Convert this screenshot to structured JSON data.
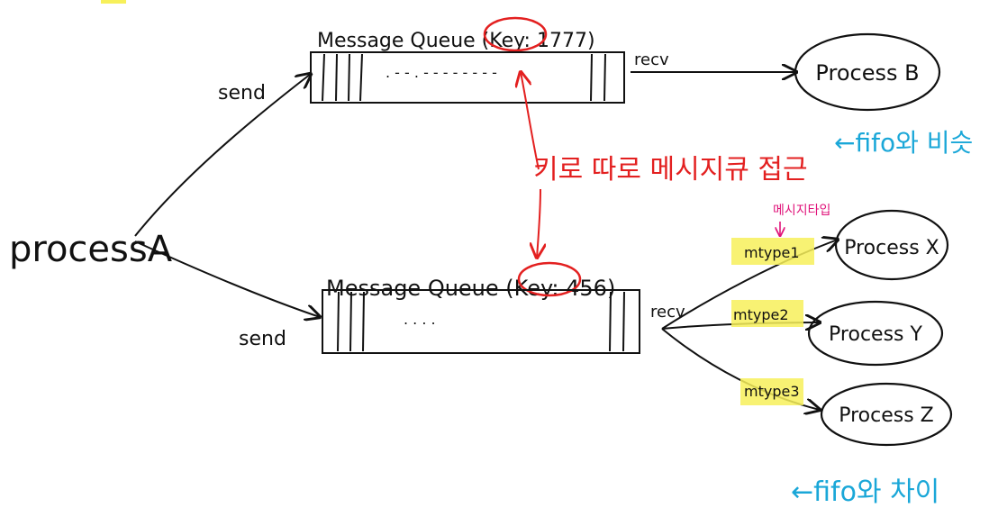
{
  "diagram": {
    "sender": "processA",
    "send_label": "send",
    "recv_label": "recv",
    "queue_top": {
      "title": "Message Queue (Key: 1777)",
      "dots": ". - - . - - - - - - - -"
    },
    "queue_bottom": {
      "title": "Message Queue (Key: 456)",
      "dots": ". . . ."
    },
    "process_b": "Process B",
    "process_x": "Process X",
    "process_y": "Process Y",
    "process_z": "Process Z",
    "mtype1": "mtype1",
    "mtype2": "mtype2",
    "mtype3": "mtype3",
    "key_note": "키로 따로 메시지큐 접근",
    "msg_type_note": "메시지타입",
    "fifo_note_1": "←fifo와 비슷",
    "fifo_note_2": "←fifo와 차이",
    "colors": {
      "ink": "#111111",
      "red": "#e32020",
      "blue": "#1aa7d8",
      "pink": "#e0137a",
      "highlight": "#f7f05a"
    }
  }
}
